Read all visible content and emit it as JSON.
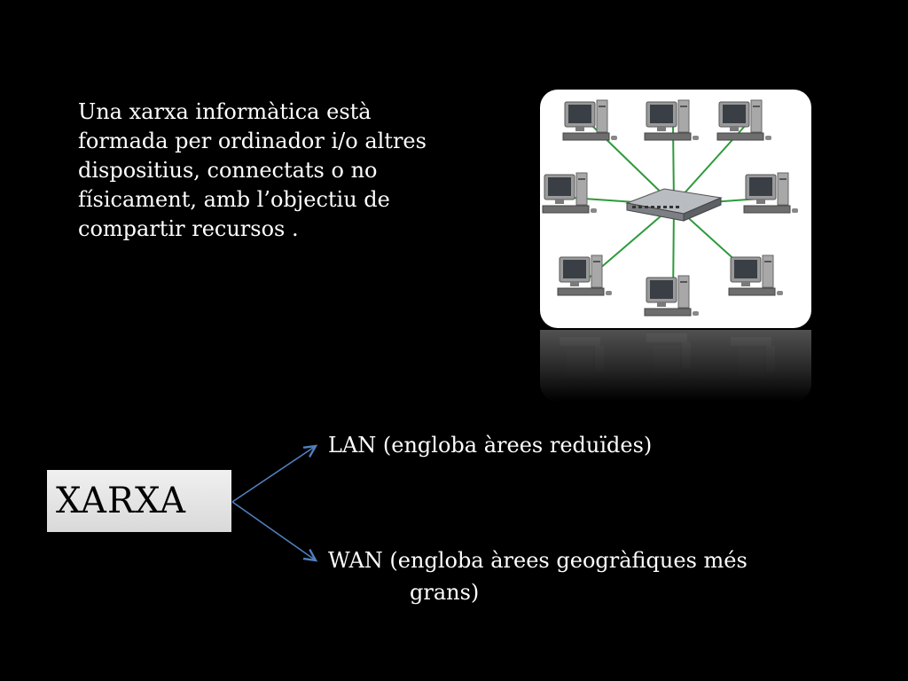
{
  "intro": {
    "text": "Una xarxa informàtica està formada per ordinador i/o altres dispositius, connectats o no físicament, amb l’objectiu de compartir recursos ."
  },
  "network_image": {
    "icon": "star-topology-network",
    "line_color": "#2e9a3c"
  },
  "main_box": {
    "label": "XARXA"
  },
  "branches": [
    {
      "label": "LAN (engloba àrees reduïdes)"
    },
    {
      "label_line1": "WAN (engloba àrees geogràfiques més",
      "label_line2": "grans)"
    }
  ],
  "colors": {
    "arrow": "#4f81bd",
    "background": "#000000"
  }
}
